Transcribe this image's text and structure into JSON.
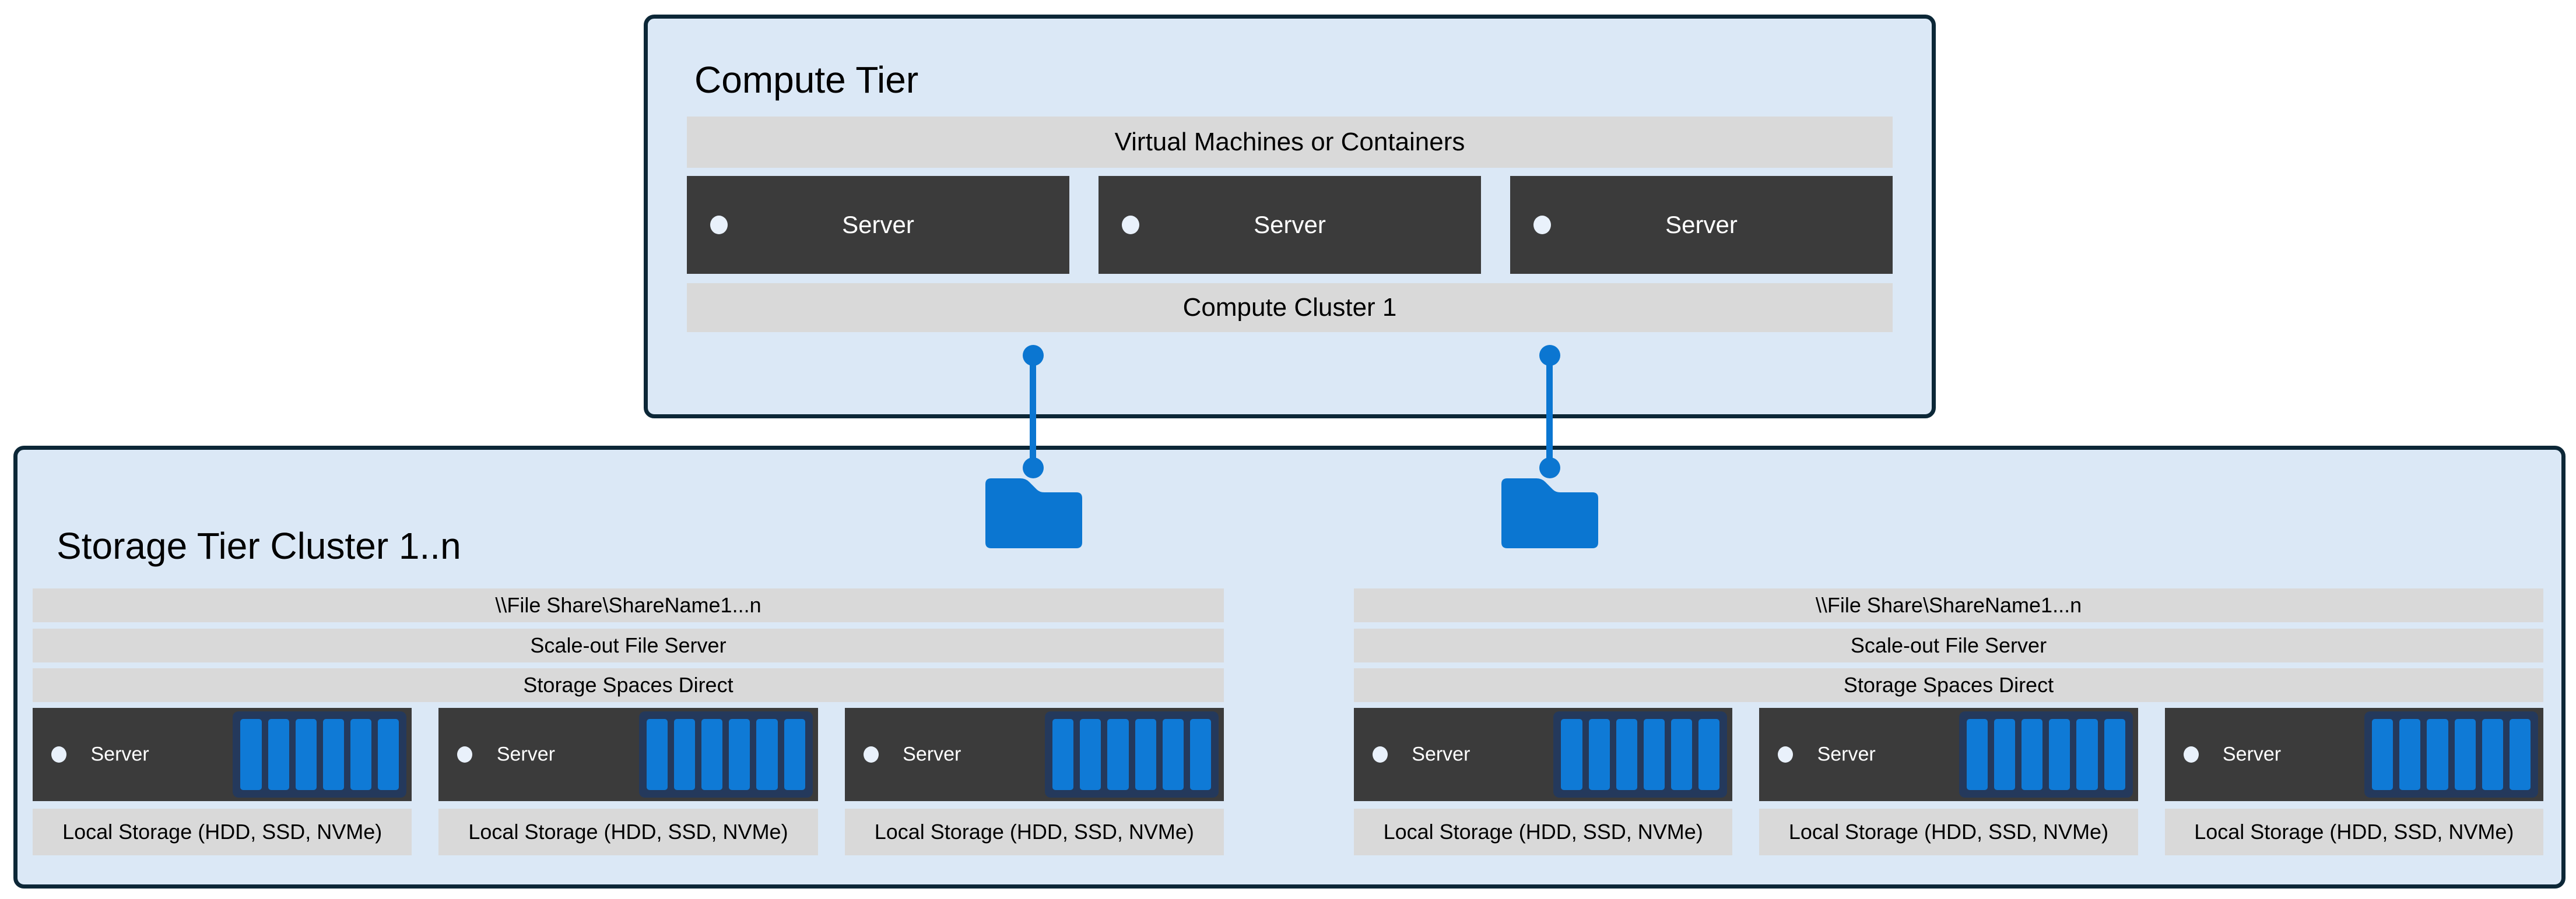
{
  "colors": {
    "page_background": "#ffffff",
    "tier_fill": "#dbe8f6",
    "tier_border": "#0c2737",
    "bar_gray": "#d9d9d9",
    "server_dark": "#3b3b3b",
    "accent_blue": "#0b76d1",
    "disk_slat_blue": "#0f7ad6",
    "disk_frame_navy": "#24395c",
    "led_white": "#e9f1fb"
  },
  "compute_tier": {
    "title": "Compute Tier",
    "vm_bar_label": "Virtual Machines or Containers",
    "cluster_bar_label": "Compute Cluster 1",
    "servers": [
      "Server",
      "Server",
      "Server"
    ]
  },
  "storage_tier": {
    "title": "Storage Tier Cluster 1..n",
    "groups": [
      {
        "file_share_label": "\\\\File Share\\ShareName1...n",
        "scale_out_label": "Scale-out File Server",
        "spaces_direct_label": "Storage Spaces Direct",
        "servers": [
          "Server",
          "Server",
          "Server"
        ],
        "local_storage_labels": [
          "Local Storage (HDD, SSD, NVMe)",
          "Local Storage (HDD, SSD, NVMe)",
          "Local Storage (HDD, SSD, NVMe)"
        ]
      },
      {
        "file_share_label": "\\\\File Share\\ShareName1...n",
        "scale_out_label": "Scale-out File Server",
        "spaces_direct_label": "Storage Spaces Direct",
        "servers": [
          "Server",
          "Server",
          "Server"
        ],
        "local_storage_labels": [
          "Local Storage (HDD, SSD, NVMe)",
          "Local Storage (HDD, SSD, NVMe)",
          "Local Storage (HDD, SSD, NVMe)"
        ]
      }
    ]
  }
}
